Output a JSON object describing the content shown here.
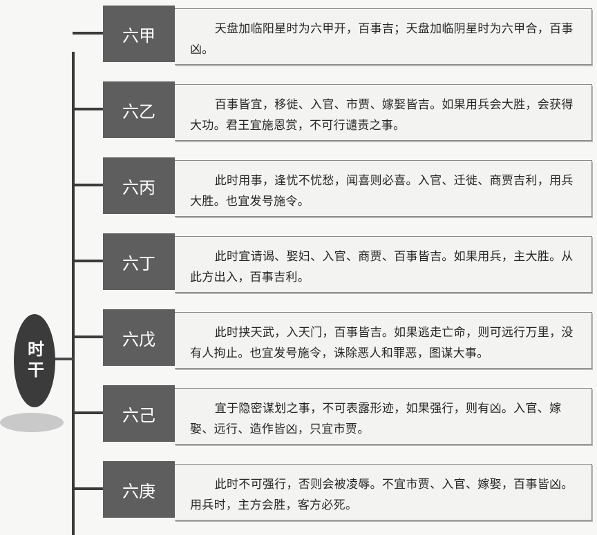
{
  "root": {
    "label": "时干"
  },
  "items": [
    {
      "label": "六甲",
      "text": "天盘加临阳星时为六甲开，百事吉；天盘加临阴星时为六甲合，百事凶。"
    },
    {
      "label": "六乙",
      "text": "百事皆宜，移徙、入官、市贾、嫁娶皆吉。如果用兵会大胜，会获得大功。君王宜施恩赏，不可行谴责之事。"
    },
    {
      "label": "六丙",
      "text": "此时用事，逢忧不忧愁，闻喜则必喜。入官、迁徙、商贾吉利，用兵大胜。也宜发号施令。"
    },
    {
      "label": "六丁",
      "text": "此时宜请谒、娶妇、入官、商贾、百事皆吉。如果用兵，主大胜。从此方出入，百事吉利。"
    },
    {
      "label": "六戊",
      "text": "此时挟天武，入天门，百事皆吉。如果逃走亡命，则可远行万里，没有人拘止。也宜发号施令，诛除恶人和罪恶，图谋大事。"
    },
    {
      "label": "六己",
      "text": "宜于隐密谋划之事，不可表露形迹，如果强行，则有凶。入官、嫁娶、远行、造作皆凶，只宜市贾。"
    },
    {
      "label": "六庚",
      "text": "此时不可强行，否则会被凌辱。不宜市贾、入官、嫁娶，百事皆凶。用兵时，主方会胜，客方必死。"
    }
  ]
}
